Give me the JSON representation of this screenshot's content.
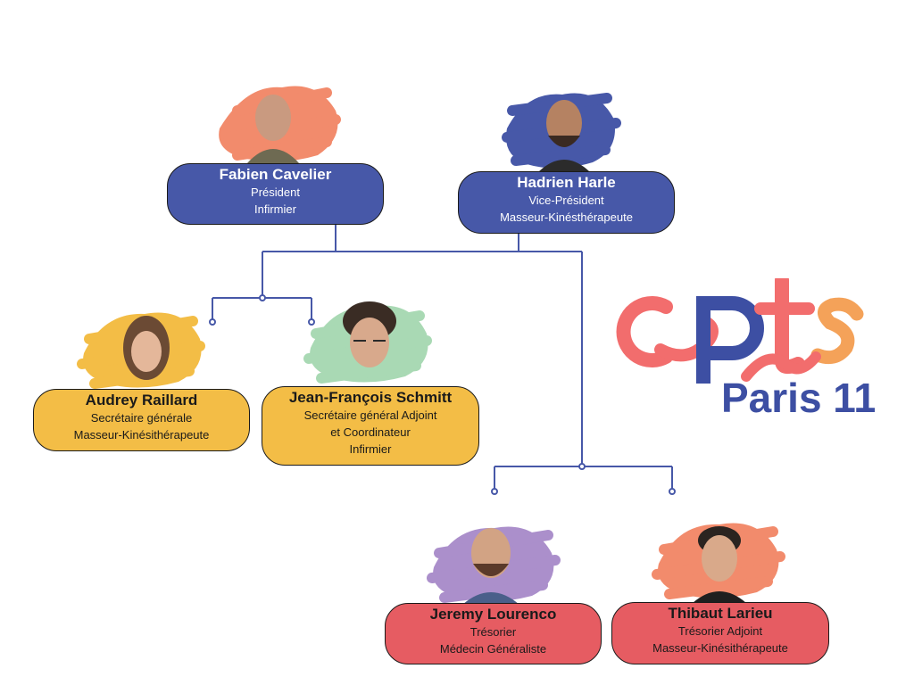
{
  "title": "CPTS Paris 11",
  "logo": {
    "top": "cpts",
    "bottom": "Paris 11",
    "colors": {
      "blue": "#3d4fa3",
      "coral": "#f26d6d",
      "orange": "#f4a259"
    }
  },
  "colors": {
    "blue_card": "#4758a8",
    "yellow_card": "#f3bd46",
    "red_card": "#e65c62",
    "connector": "#4758a8"
  },
  "members": [
    {
      "id": "fabien",
      "name": "Fabien Cavelier",
      "role": "Président",
      "profession": "Infirmier",
      "card_color": "blue",
      "splash": "#f28b6c"
    },
    {
      "id": "hadrien",
      "name": "Hadrien Harle",
      "role": "Vice-Président",
      "profession": "Masseur-Kinésthérapeute",
      "card_color": "blue",
      "splash": "#4758a8"
    },
    {
      "id": "audrey",
      "name": "Audrey Raillard",
      "role": "Secrétaire générale",
      "profession": "Masseur-Kinésithérapeute",
      "card_color": "yellow",
      "splash": "#f3bd46"
    },
    {
      "id": "jf",
      "name": "Jean-François Schmitt",
      "role": "Secrétaire général Adjoint",
      "role2": "et Coordinateur",
      "profession": "Infirmier",
      "card_color": "yellow",
      "splash": "#a9d9b4"
    },
    {
      "id": "jeremy",
      "name": "Jeremy Lourenco",
      "role": "Trésorier",
      "profession": "Médecin Généraliste",
      "card_color": "red",
      "splash": "#ab8fcb"
    },
    {
      "id": "thibaut",
      "name": "Thibaut Larieu",
      "role": "Trésorier Adjoint",
      "profession": "Masseur-Kinésithérapeute",
      "card_color": "red",
      "splash": "#f28b6c"
    }
  ]
}
